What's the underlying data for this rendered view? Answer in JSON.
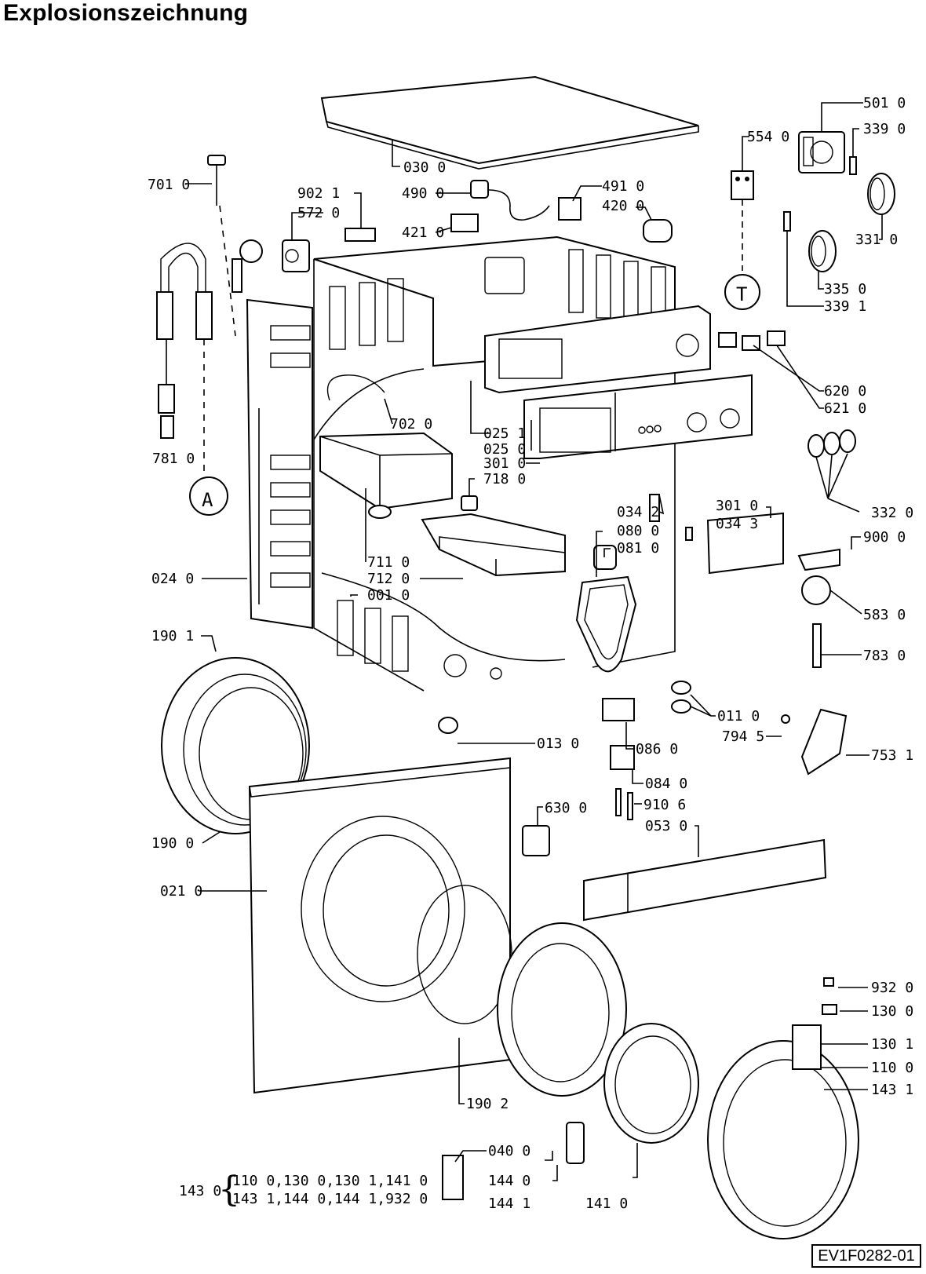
{
  "title": "Explosionszeichnung",
  "drawing_code": "EV1F0282-01",
  "callouts": {
    "c030_0": "030 0",
    "c501_0": "501 0",
    "c339_0": "339 0",
    "c554_0": "554 0",
    "c701_0": "701 0",
    "c902_1": "902 1",
    "c572_0": "572 0",
    "c490_0": "490 0",
    "c491_0": "491 0",
    "c420_0": "420 0",
    "c421_0": "421 0",
    "c331_0": "331 0",
    "c335_0": "335 0",
    "c339_1": "339 1",
    "c620_0": "620 0",
    "c621_0": "621 0",
    "c702_0": "702 0",
    "c025_1": "025 1",
    "c025_0": "025 0",
    "c301_0a": "301 0",
    "c718_0": "718 0",
    "c781_0": "781 0",
    "cA": "A",
    "cT": "T",
    "c332_0": "332 0",
    "c034_2": "034 2",
    "c301_0b": "301 0",
    "c034_3": "034 3",
    "c080_0": "080 0",
    "c081_0": "081 0",
    "c900_0": "900 0",
    "c711_0": "711 0",
    "c712_0": "712 0",
    "c001_0": "001 0",
    "c024_0": "024 0",
    "c583_0": "583 0",
    "c783_0": "783 0",
    "c190_1": "190 1",
    "c011_0": "011 0",
    "c794_5": "794 5",
    "c753_1": "753 1",
    "c013_0": "013 0",
    "c086_0": "086 0",
    "c084_0": "084 0",
    "c630_0": "630 0",
    "c910_6": "910 6",
    "c053_0": "053 0",
    "c190_0": "190 0",
    "c021_0": "021 0",
    "c932_0": "932 0",
    "c130_0": "130 0",
    "c130_1": "130 1",
    "c110_0": "110 0",
    "c143_1": "143 1",
    "c190_2": "190 2",
    "c040_0": "040 0",
    "c144_0": "144 0",
    "c144_1": "144 1",
    "c141_0": "141 0"
  },
  "kit": {
    "label": "143 0",
    "line1": "110 0,130 0,130 1,141 0",
    "line2": "143 1,144 0,144 1,932 0"
  }
}
